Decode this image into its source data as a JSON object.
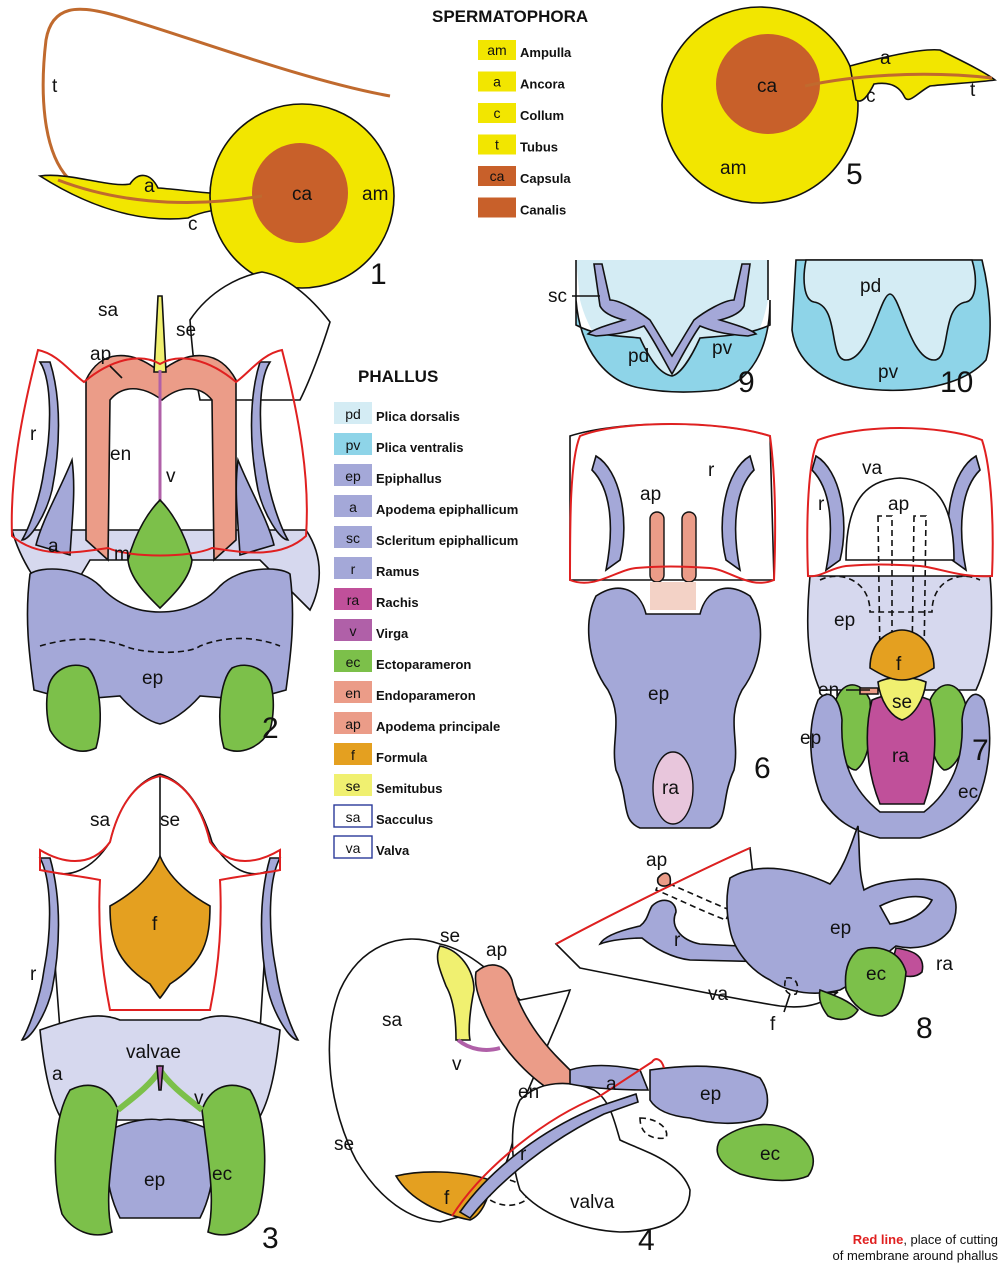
{
  "colors": {
    "yellow": "#f2e600",
    "capsula": "#c8602a",
    "tubus_line": "#c06a2e",
    "epiphallus": "#a4a8d8",
    "epiphallus_light": "#d6d8ee",
    "ectoparameron": "#7cc04a",
    "endoparameron": "#eb9c88",
    "apodema_light": "#f3d2c6",
    "virga": "#b060a8",
    "rachis": "#c0509a",
    "rachis_light": "#e8c6dc",
    "formula": "#e4a020",
    "semitubus": "#f0f070",
    "plica_dorsalis": "#d4ecf4",
    "plica_ventralis": "#8ed4e8",
    "red_line": "#e02020",
    "outline": "#111111"
  },
  "spermatophora": {
    "heading": "SPERMATOPHORA",
    "legend": [
      {
        "abbr": "am",
        "name": "Ampulla",
        "color": "#f2e600"
      },
      {
        "abbr": "a",
        "name": "Ancora",
        "color": "#f2e600"
      },
      {
        "abbr": "c",
        "name": "Collum",
        "color": "#f2e600"
      },
      {
        "abbr": "t",
        "name": "Tubus",
        "color": "#f2e600"
      },
      {
        "abbr": "ca",
        "name": "Capsula",
        "color": "#c8602a"
      },
      {
        "abbr": "",
        "name": "Canalis",
        "color": "#c8602a"
      }
    ]
  },
  "phallus": {
    "heading": "PHALLUS",
    "legend": [
      {
        "abbr": "pd",
        "name": "Plica dorsalis",
        "color": "#d4ecf4",
        "boxed": false
      },
      {
        "abbr": "pv",
        "name": "Plica ventralis",
        "color": "#8ed4e8",
        "boxed": false
      },
      {
        "abbr": "ep",
        "name": "Epiphallus",
        "color": "#a4a8d8",
        "boxed": false
      },
      {
        "abbr": "a",
        "name": "Apodema epiphallicum",
        "color": "#a4a8d8",
        "boxed": false
      },
      {
        "abbr": "sc",
        "name": "Scleritum epiphallicum",
        "color": "#a4a8d8",
        "boxed": false
      },
      {
        "abbr": "r",
        "name": "Ramus",
        "color": "#a4a8d8",
        "boxed": false
      },
      {
        "abbr": "ra",
        "name": "Rachis",
        "color": "#c0509a",
        "boxed": false
      },
      {
        "abbr": "v",
        "name": "Virga",
        "color": "#b060a8",
        "boxed": false
      },
      {
        "abbr": "ec",
        "name": "Ectoparameron",
        "color": "#7cc04a",
        "boxed": false
      },
      {
        "abbr": "en",
        "name": "Endoparameron",
        "color": "#eb9c88",
        "boxed": false
      },
      {
        "abbr": "ap",
        "name": "Apodema principale",
        "color": "#eb9c88",
        "boxed": false
      },
      {
        "abbr": "f",
        "name": "Formula",
        "color": "#e4a020",
        "boxed": false
      },
      {
        "abbr": "se",
        "name": "Semitubus",
        "color": "#f0f070",
        "boxed": false
      },
      {
        "abbr": "sa",
        "name": "Sacculus",
        "color": "#ffffff",
        "boxed": true
      },
      {
        "abbr": "va",
        "name": "Valva",
        "color": "#ffffff",
        "boxed": true
      }
    ]
  },
  "figures": {
    "f1": {
      "number": "1",
      "t": "t",
      "a": "a",
      "c": "c",
      "ca": "ca",
      "am": "am"
    },
    "f5": {
      "number": "5",
      "ca": "ca",
      "a": "a",
      "c": "c",
      "t": "t",
      "am": "am"
    },
    "f2": {
      "number": "2",
      "sa": "sa",
      "se": "se",
      "ap": "ap",
      "r": "r",
      "en": "en",
      "v": "v",
      "a": "a",
      "m": "m",
      "ep": "ep"
    },
    "f3": {
      "number": "3",
      "sa": "sa",
      "se": "se",
      "f": "f",
      "r": "r",
      "valvae": "valvae",
      "a": "a",
      "v": "v",
      "ep": "ep",
      "ec": "ec"
    },
    "f9": {
      "number": "9",
      "sc": "sc",
      "pd": "pd",
      "pv": "pv"
    },
    "f10": {
      "number": "10",
      "pd": "pd",
      "pv": "pv"
    },
    "f6": {
      "number": "6",
      "ap": "ap",
      "r": "r",
      "ep": "ep",
      "ra": "ra"
    },
    "f7": {
      "number": "7",
      "va": "va",
      "ap": "ap",
      "r": "r",
      "ep": "ep",
      "f": "f",
      "en": "en",
      "se": "se",
      "ep2": "ep",
      "ra": "ra",
      "ec": "ec"
    },
    "f8": {
      "number": "8",
      "ap": "ap",
      "ep": "ep",
      "r": "r",
      "ec": "ec",
      "ra": "ra",
      "va": "va",
      "f": "f"
    },
    "f4": {
      "number": "4",
      "se": "se",
      "ap": "ap",
      "sa": "sa",
      "v": "v",
      "en": "en",
      "a": "a",
      "ep": "ep",
      "se2": "se",
      "r": "r",
      "ec": "ec",
      "f": "f",
      "valva": "valva"
    }
  },
  "note": {
    "red": "Red line",
    "rest1": ", place of cutting",
    "line2": "of membrane around phallus"
  }
}
